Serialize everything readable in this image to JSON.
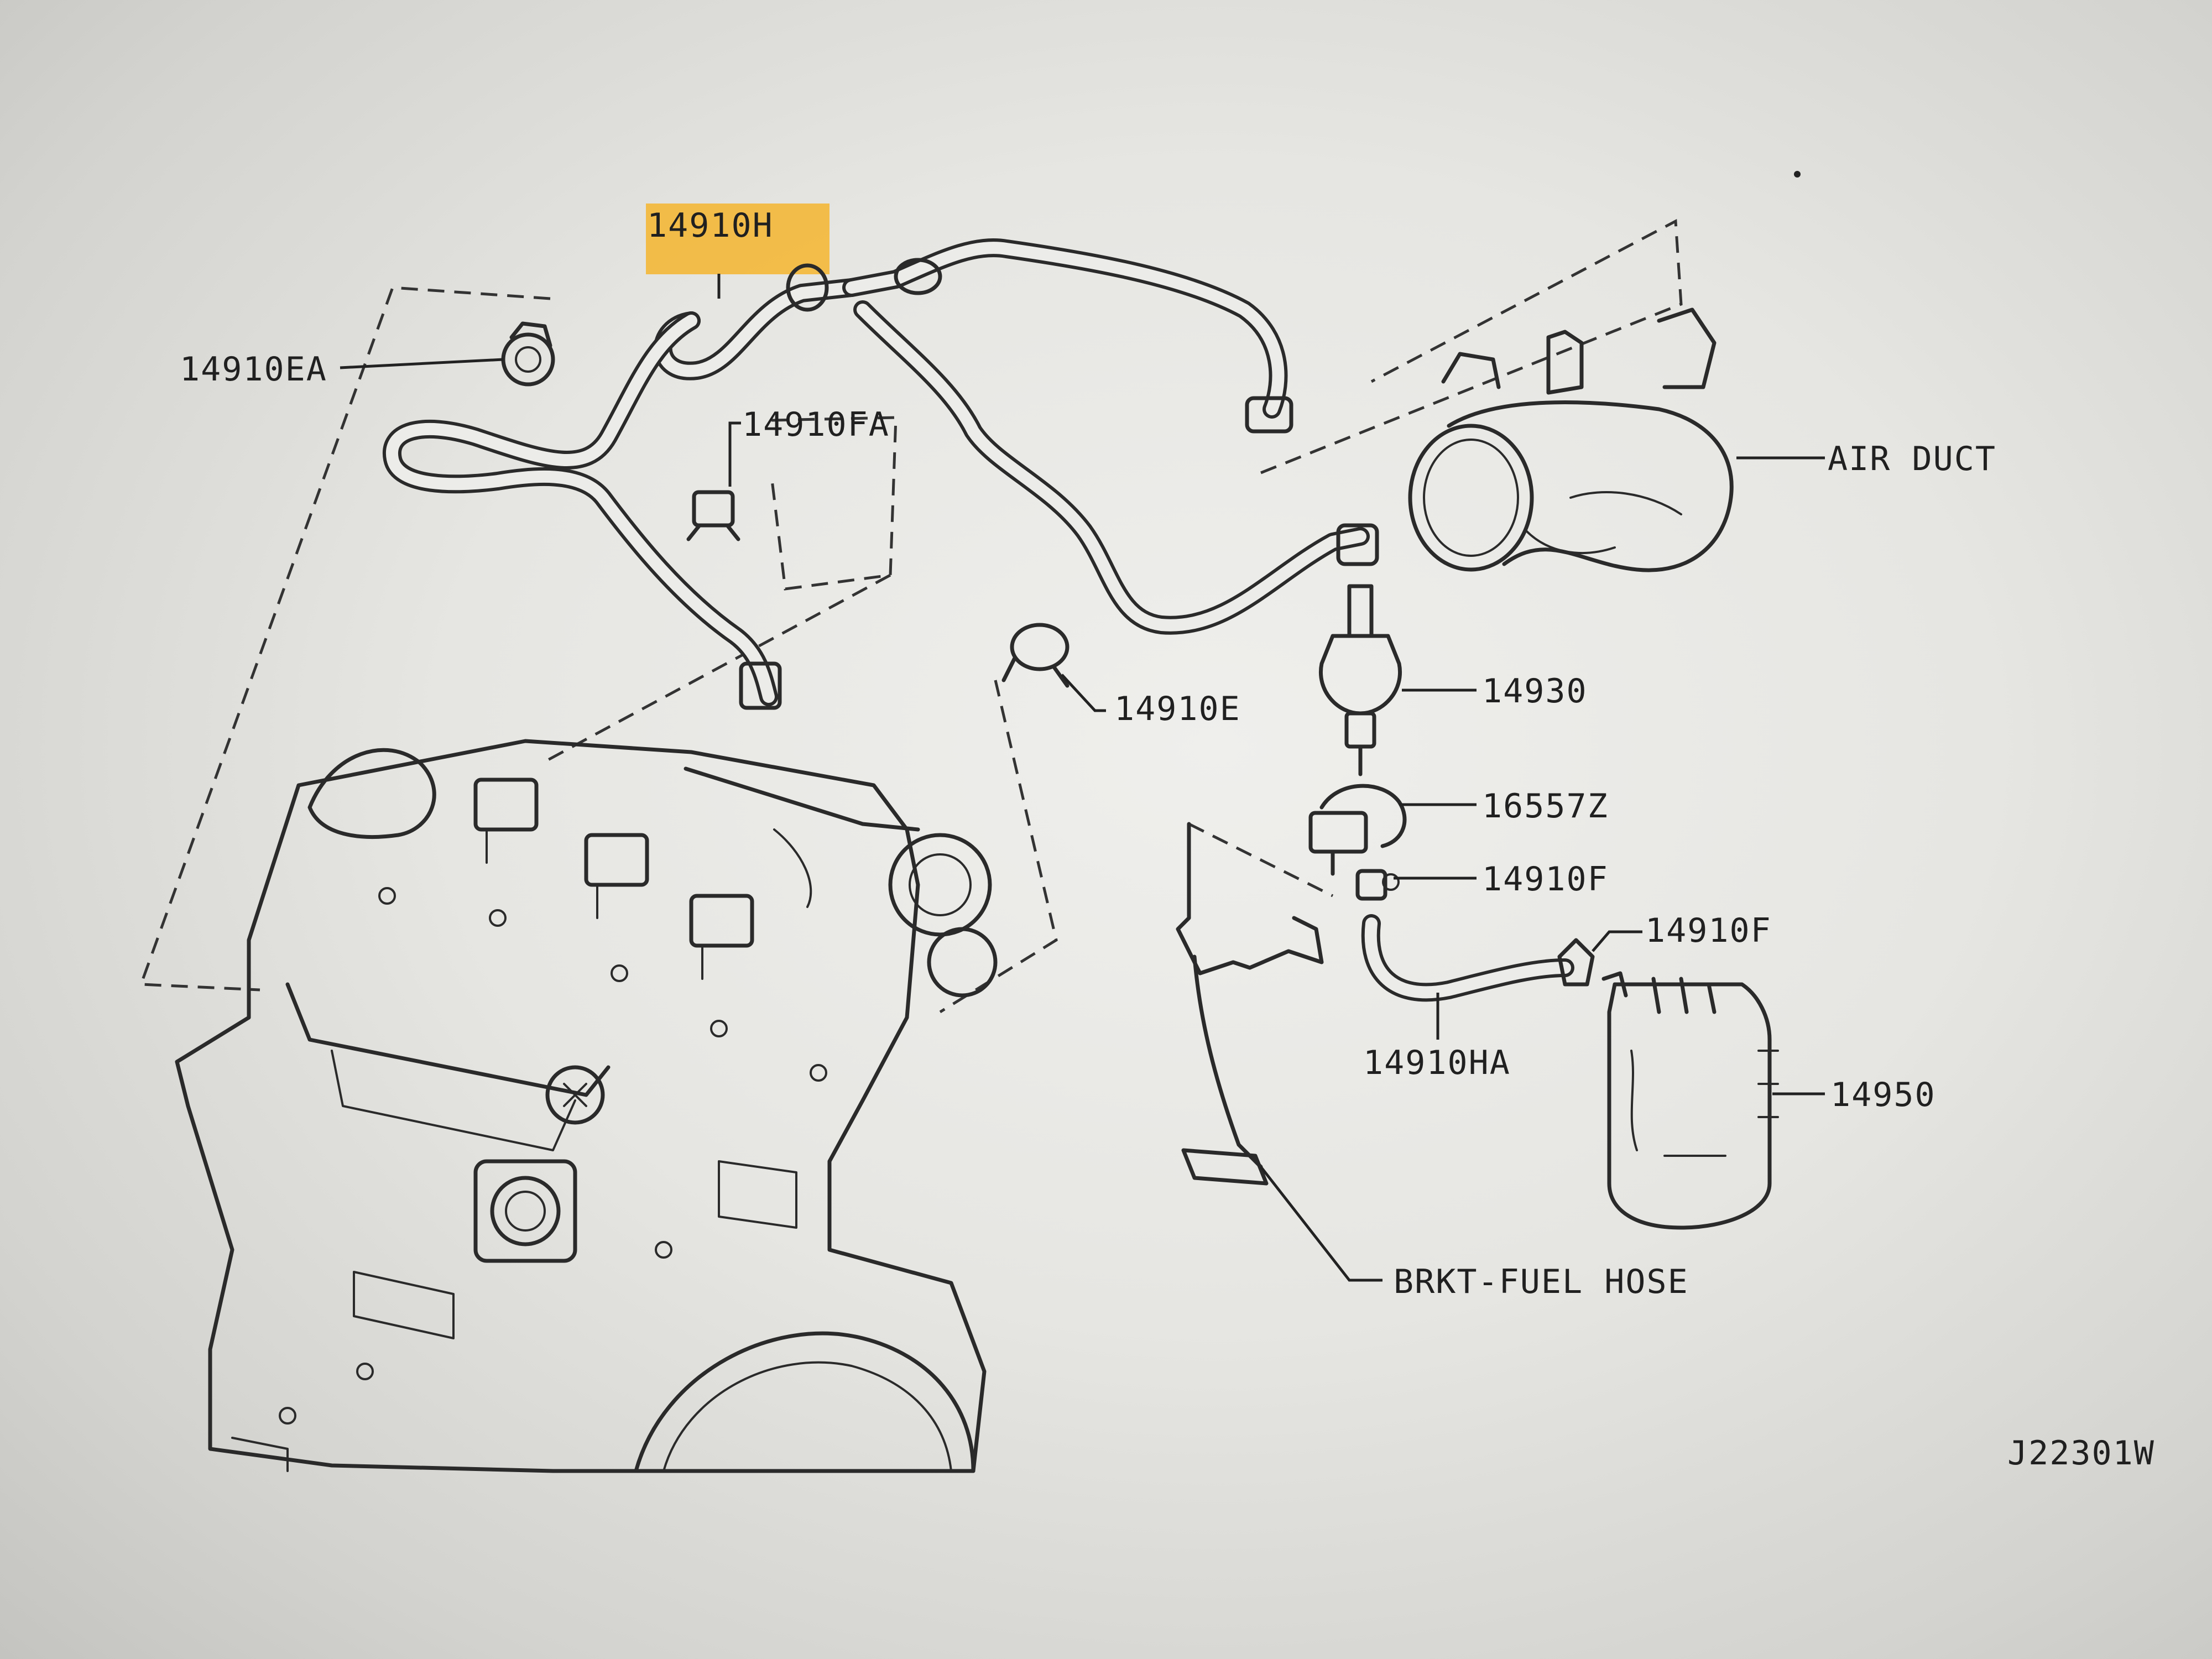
{
  "callouts": {
    "hose_main": "14910H",
    "clamp_ea": "14910EA",
    "clip_fa": "14910FA",
    "air_duct": "AIR DUCT",
    "clip_e": "14910E",
    "valve": "14930",
    "bracket_valve": "16557Z",
    "clamp_f_upper": "14910F",
    "clamp_f_lower": "14910F",
    "hose_ha": "14910HA",
    "canister": "14950",
    "brkt_fuel_hose": "BRKT-FUEL HOSE",
    "drawing_code": "J22301W"
  },
  "colors": {
    "highlight": "#f5b52e",
    "line": "#2a2a2a",
    "paper": "#ecece9"
  }
}
